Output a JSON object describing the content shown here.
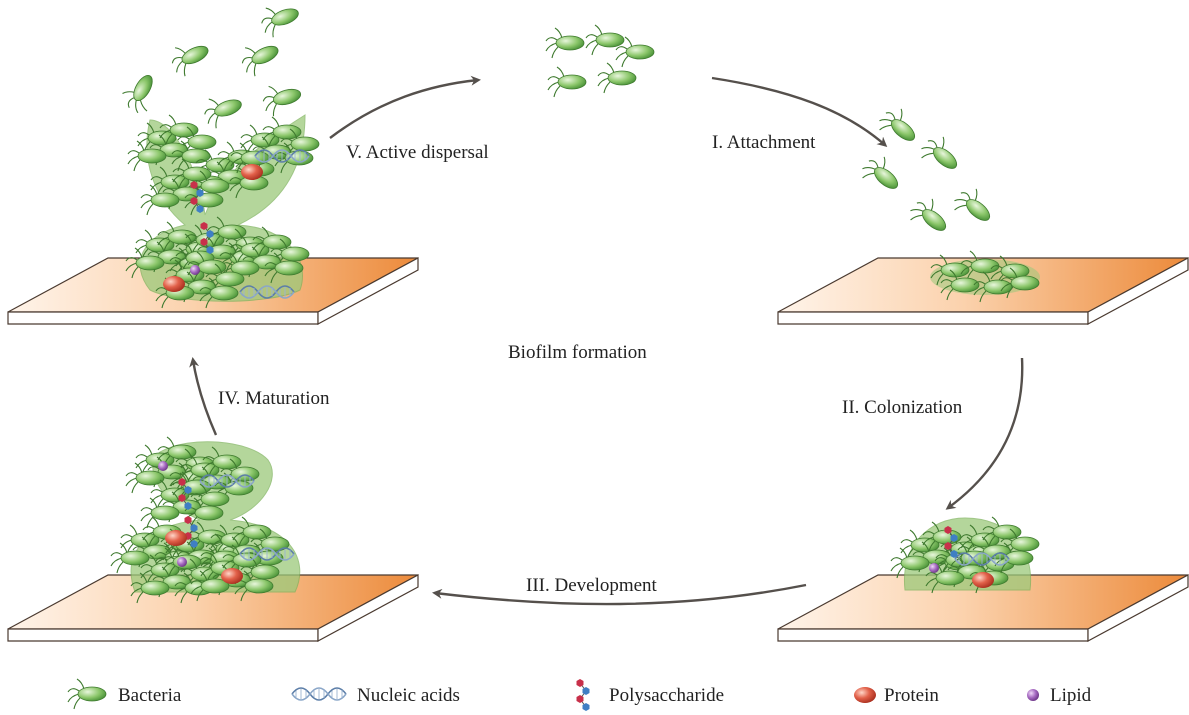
{
  "title": "Biofilm formation",
  "stages": {
    "attachment": "I. Attachment",
    "colonization": "II. Colonization",
    "development": "III. Development",
    "maturation": "IV. Maturation",
    "dispersal": "V. Active dispersal"
  },
  "legend": {
    "bacteria": "Bacteria",
    "nucleic_acids": "Nucleic acids",
    "polysaccharide": "Polysaccharide",
    "protein": "Protein",
    "lipid": "Lipid"
  },
  "colors": {
    "matrix": "#9bc97a",
    "bacteria": "#4f9a3c",
    "protein": "#d9523a",
    "lipid": "#9a5ab0",
    "polysaccharide_red": "#c8304a",
    "polysaccharide_blue": "#3f7fc4",
    "nucleic_acid": "#6f8fb8",
    "surface_light": "#fde8d6",
    "surface_dark": "#ec8a3a",
    "arrow": "#55504c"
  }
}
